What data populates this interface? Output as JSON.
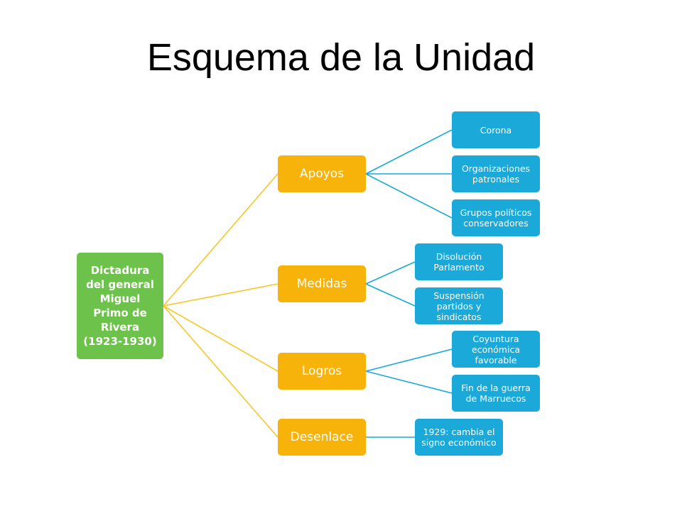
{
  "title": "Esquema de la Unidad",
  "colors": {
    "root": "#6cc24a",
    "level1": "#f8b30a",
    "level2": "#1aa9d9",
    "connector_level1": "#f8c62b",
    "connector_level2": "#1aa9d9"
  },
  "root": {
    "label": "Dictadura del general Miguel Primo de Rivera (1923-1930)"
  },
  "branches": [
    {
      "label": "Apoyos",
      "children": [
        "Corona",
        "Organizaciones patronales",
        "Grupos políticos conservadores"
      ]
    },
    {
      "label": "Medidas",
      "children": [
        "Disolución Parlamento",
        "Suspensión partidos y sindicatos"
      ]
    },
    {
      "label": "Logros",
      "children": [
        "Coyuntura económica favorable",
        "Fin de la guerra de Marruecos"
      ]
    },
    {
      "label": "Desenlace",
      "children": [
        "1929: cambia el signo económico"
      ]
    }
  ]
}
